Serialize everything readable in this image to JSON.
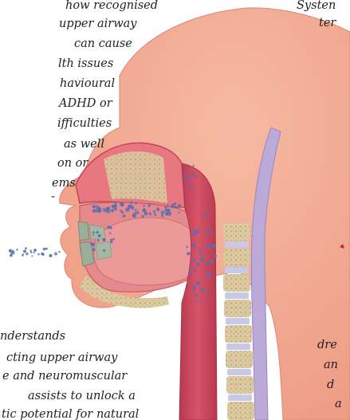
{
  "left_paragraph_top": [
    "how recognised",
    "upper airway",
    "can cause",
    "lth issues",
    "havioural",
    "ADHD or",
    "ifficulties",
    "as well",
    "on or",
    "ems",
    "-"
  ],
  "left_paragraph_bottom": [
    "nderstands",
    "cting upper airway",
    "e and neuromuscular",
    "assists to unlock a",
    "tic potential for natural"
  ],
  "right_top": [
    "Systen",
    "ter"
  ],
  "right_bottom": [
    "dre",
    "an",
    "d",
    "a"
  ],
  "colors": {
    "skin": "#f2a890",
    "tissue": "#e8737a",
    "airway": "#c9455a",
    "bone": "#dcc9a0",
    "bacteria": "#5a6fb0",
    "spine_disc": "#c7c9e6",
    "spinal_cord": "#b9a8d6",
    "text": "#222222"
  }
}
